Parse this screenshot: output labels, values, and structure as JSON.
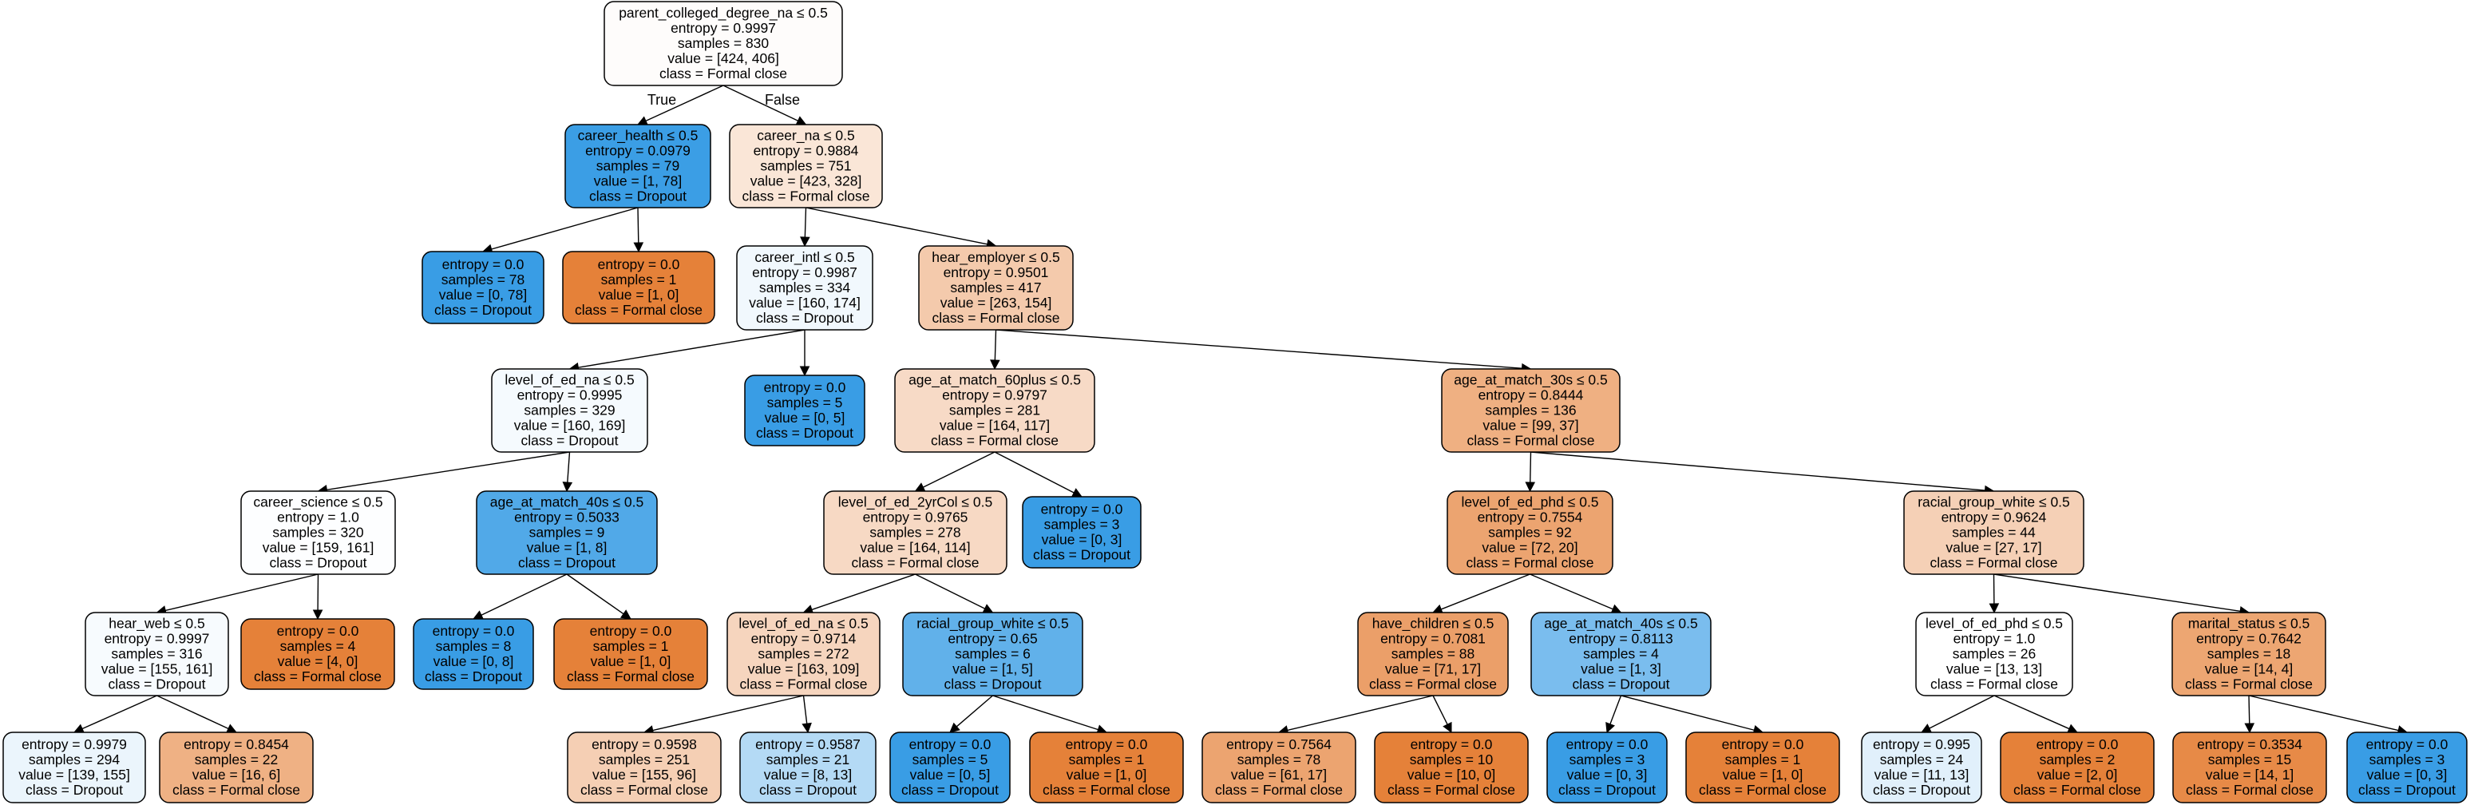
{
  "colors": {
    "formal_close": "#e58139",
    "dropout": "#399de5",
    "background": "#ffffff",
    "border": "#000000"
  },
  "edge_labels": {
    "true": "True",
    "false": "False"
  },
  "nodes": [
    {
      "id": "root",
      "class_key": "formal_close",
      "purity": 0.02,
      "lines": [
        "parent_colleged_degree_na ≤ 0.5",
        "entropy = 0.9997",
        "samples = 830",
        "value = [424, 406]",
        "class = Formal close"
      ]
    },
    {
      "id": "n1",
      "class_key": "dropout",
      "purity": 0.99,
      "lines": [
        "career_health ≤ 0.5",
        "entropy = 0.0979",
        "samples = 79",
        "value = [1, 78]",
        "class = Dropout"
      ]
    },
    {
      "id": "n2",
      "class_key": "formal_close",
      "purity": 0.2,
      "lines": [
        "career_na ≤ 0.5",
        "entropy = 0.9884",
        "samples = 751",
        "value = [423, 328]",
        "class = Formal close"
      ]
    },
    {
      "id": "n3",
      "class_key": "dropout",
      "purity": 1.0,
      "lines": [
        "entropy = 0.0",
        "samples = 78",
        "value = [0, 78]",
        "class = Dropout"
      ]
    },
    {
      "id": "n4",
      "class_key": "formal_close",
      "purity": 1.0,
      "lines": [
        "entropy = 0.0",
        "samples = 1",
        "value = [1, 0]",
        "class = Formal close"
      ]
    },
    {
      "id": "n5",
      "class_key": "dropout",
      "purity": 0.07,
      "lines": [
        "career_intl ≤ 0.5",
        "entropy = 0.9987",
        "samples = 334",
        "value = [160, 174]",
        "class = Dropout"
      ]
    },
    {
      "id": "n6",
      "class_key": "formal_close",
      "purity": 0.42,
      "lines": [
        "hear_employer ≤ 0.5",
        "entropy = 0.9501",
        "samples = 417",
        "value = [263, 154]",
        "class = Formal close"
      ]
    },
    {
      "id": "n7",
      "class_key": "dropout",
      "purity": 0.05,
      "lines": [
        "level_of_ed_na ≤ 0.5",
        "entropy = 0.9995",
        "samples = 329",
        "value = [160, 169]",
        "class = Dropout"
      ]
    },
    {
      "id": "n8",
      "class_key": "dropout",
      "purity": 1.0,
      "lines": [
        "entropy = 0.0",
        "samples = 5",
        "value = [0, 5]",
        "class = Dropout"
      ]
    },
    {
      "id": "n9",
      "class_key": "formal_close",
      "purity": 0.29,
      "lines": [
        "age_at_match_60plus ≤ 0.5",
        "entropy = 0.9797",
        "samples = 281",
        "value = [164, 117]",
        "class = Formal close"
      ]
    },
    {
      "id": "n10",
      "class_key": "formal_close",
      "purity": 0.63,
      "lines": [
        "age_at_match_30s ≤ 0.5",
        "entropy = 0.8444",
        "samples = 136",
        "value = [99, 37]",
        "class = Formal close"
      ]
    },
    {
      "id": "n11",
      "class_key": "dropout",
      "purity": 0.01,
      "lines": [
        "career_science ≤ 0.5",
        "entropy = 1.0",
        "samples = 320",
        "value = [159, 161]",
        "class = Dropout"
      ]
    },
    {
      "id": "n12",
      "class_key": "dropout",
      "purity": 0.88,
      "lines": [
        "age_at_match_40s ≤ 0.5",
        "entropy = 0.5033",
        "samples = 9",
        "value = [1, 8]",
        "class = Dropout"
      ]
    },
    {
      "id": "n13",
      "class_key": "formal_close",
      "purity": 0.3,
      "lines": [
        "level_of_ed_2yrCol ≤ 0.5",
        "entropy = 0.9765",
        "samples = 278",
        "value = [164, 114]",
        "class = Formal close"
      ]
    },
    {
      "id": "n14",
      "class_key": "dropout",
      "purity": 1.0,
      "lines": [
        "entropy = 0.0",
        "samples = 3",
        "value = [0, 3]",
        "class = Dropout"
      ]
    },
    {
      "id": "n15",
      "class_key": "formal_close",
      "purity": 0.72,
      "lines": [
        "level_of_ed_phd ≤ 0.5",
        "entropy = 0.7554",
        "samples = 92",
        "value = [72, 20]",
        "class = Formal close"
      ]
    },
    {
      "id": "n16",
      "class_key": "formal_close",
      "purity": 0.37,
      "lines": [
        "racial_group_white ≤ 0.5",
        "entropy = 0.9624",
        "samples = 44",
        "value = [27, 17]",
        "class = Formal close"
      ]
    },
    {
      "id": "n17",
      "class_key": "dropout",
      "purity": 0.04,
      "lines": [
        "hear_web ≤ 0.5",
        "entropy = 0.9997",
        "samples = 316",
        "value = [155, 161]",
        "class = Dropout"
      ]
    },
    {
      "id": "n18",
      "class_key": "formal_close",
      "purity": 1.0,
      "lines": [
        "entropy = 0.0",
        "samples = 4",
        "value = [4, 0]",
        "class = Formal close"
      ]
    },
    {
      "id": "n19",
      "class_key": "dropout",
      "purity": 1.0,
      "lines": [
        "entropy = 0.0",
        "samples = 8",
        "value = [0, 8]",
        "class = Dropout"
      ]
    },
    {
      "id": "n20",
      "class_key": "formal_close",
      "purity": 1.0,
      "lines": [
        "entropy = 0.0",
        "samples = 1",
        "value = [1, 0]",
        "class = Formal close"
      ]
    },
    {
      "id": "n21",
      "class_key": "formal_close",
      "purity": 0.33,
      "lines": [
        "level_of_ed_na ≤ 0.5",
        "entropy = 0.9714",
        "samples = 272",
        "value = [163, 109]",
        "class = Formal close"
      ]
    },
    {
      "id": "n22",
      "class_key": "dropout",
      "purity": 0.8,
      "lines": [
        "racial_group_white ≤ 0.5",
        "entropy = 0.65",
        "samples = 6",
        "value = [1, 5]",
        "class = Dropout"
      ]
    },
    {
      "id": "n23",
      "class_key": "formal_close",
      "purity": 0.76,
      "lines": [
        "have_children ≤ 0.5",
        "entropy = 0.7081",
        "samples = 88",
        "value = [71, 17]",
        "class = Formal close"
      ]
    },
    {
      "id": "n24",
      "class_key": "dropout",
      "purity": 0.67,
      "lines": [
        "age_at_match_40s ≤ 0.5",
        "entropy = 0.8113",
        "samples = 4",
        "value = [1, 3]",
        "class = Dropout"
      ]
    },
    {
      "id": "n25",
      "class_key": "formal_close",
      "purity": 0.0,
      "lines": [
        "level_of_ed_phd ≤ 0.5",
        "entropy = 1.0",
        "samples = 26",
        "value = [13, 13]",
        "class = Formal close"
      ]
    },
    {
      "id": "n26",
      "class_key": "formal_close",
      "purity": 0.71,
      "lines": [
        "marital_status ≤ 0.5",
        "entropy = 0.7642",
        "samples = 18",
        "value = [14, 4]",
        "class = Formal close"
      ]
    },
    {
      "id": "n27",
      "class_key": "dropout",
      "purity": 0.1,
      "lines": [
        "entropy = 0.9979",
        "samples = 294",
        "value = [139, 155]",
        "class = Dropout"
      ]
    },
    {
      "id": "n28",
      "class_key": "formal_close",
      "purity": 0.62,
      "lines": [
        "entropy = 0.8454",
        "samples = 22",
        "value = [16, 6]",
        "class = Formal close"
      ]
    },
    {
      "id": "n29",
      "class_key": "formal_close",
      "purity": 0.38,
      "lines": [
        "entropy = 0.9598",
        "samples = 251",
        "value = [155, 96]",
        "class = Formal close"
      ]
    },
    {
      "id": "n30",
      "class_key": "dropout",
      "purity": 0.38,
      "lines": [
        "entropy = 0.9587",
        "samples = 21",
        "value = [8, 13]",
        "class = Dropout"
      ]
    },
    {
      "id": "n31",
      "class_key": "dropout",
      "purity": 1.0,
      "lines": [
        "entropy = 0.0",
        "samples = 5",
        "value = [0, 5]",
        "class = Dropout"
      ]
    },
    {
      "id": "n32",
      "class_key": "formal_close",
      "purity": 1.0,
      "lines": [
        "entropy = 0.0",
        "samples = 1",
        "value = [1, 0]",
        "class = Formal close"
      ]
    },
    {
      "id": "n33",
      "class_key": "formal_close",
      "purity": 0.72,
      "lines": [
        "entropy = 0.7564",
        "samples = 78",
        "value = [61, 17]",
        "class = Formal close"
      ]
    },
    {
      "id": "n34",
      "class_key": "formal_close",
      "purity": 1.0,
      "lines": [
        "entropy = 0.0",
        "samples = 10",
        "value = [10, 0]",
        "class = Formal close"
      ]
    },
    {
      "id": "n35",
      "class_key": "dropout",
      "purity": 1.0,
      "lines": [
        "entropy = 0.0",
        "samples = 3",
        "value = [0, 3]",
        "class = Dropout"
      ]
    },
    {
      "id": "n36",
      "class_key": "formal_close",
      "purity": 1.0,
      "lines": [
        "entropy = 0.0",
        "samples = 1",
        "value = [1, 0]",
        "class = Formal close"
      ]
    },
    {
      "id": "n37",
      "class_key": "dropout",
      "purity": 0.15,
      "lines": [
        "entropy = 0.995",
        "samples = 24",
        "value = [11, 13]",
        "class = Dropout"
      ]
    },
    {
      "id": "n38",
      "class_key": "formal_close",
      "purity": 1.0,
      "lines": [
        "entropy = 0.0",
        "samples = 2",
        "value = [2, 0]",
        "class = Formal close"
      ]
    },
    {
      "id": "n39",
      "class_key": "formal_close",
      "purity": 0.93,
      "lines": [
        "entropy = 0.3534",
        "samples = 15",
        "value = [14, 1]",
        "class = Formal close"
      ]
    },
    {
      "id": "n40",
      "class_key": "dropout",
      "purity": 1.0,
      "lines": [
        "entropy = 0.0",
        "samples = 3",
        "value = [0, 3]",
        "class = Dropout"
      ]
    }
  ],
  "edges": [
    {
      "from": "root",
      "to": "n1",
      "label_key": "true"
    },
    {
      "from": "root",
      "to": "n2",
      "label_key": "false"
    },
    {
      "from": "n1",
      "to": "n3"
    },
    {
      "from": "n1",
      "to": "n4"
    },
    {
      "from": "n2",
      "to": "n5"
    },
    {
      "from": "n2",
      "to": "n6"
    },
    {
      "from": "n5",
      "to": "n7"
    },
    {
      "from": "n5",
      "to": "n8"
    },
    {
      "from": "n6",
      "to": "n9"
    },
    {
      "from": "n6",
      "to": "n10"
    },
    {
      "from": "n7",
      "to": "n11"
    },
    {
      "from": "n7",
      "to": "n12"
    },
    {
      "from": "n9",
      "to": "n13"
    },
    {
      "from": "n9",
      "to": "n14"
    },
    {
      "from": "n10",
      "to": "n15"
    },
    {
      "from": "n10",
      "to": "n16"
    },
    {
      "from": "n11",
      "to": "n17"
    },
    {
      "from": "n11",
      "to": "n18"
    },
    {
      "from": "n12",
      "to": "n19"
    },
    {
      "from": "n12",
      "to": "n20"
    },
    {
      "from": "n13",
      "to": "n21"
    },
    {
      "from": "n13",
      "to": "n22"
    },
    {
      "from": "n15",
      "to": "n23"
    },
    {
      "from": "n15",
      "to": "n24"
    },
    {
      "from": "n16",
      "to": "n25"
    },
    {
      "from": "n16",
      "to": "n26"
    },
    {
      "from": "n17",
      "to": "n27"
    },
    {
      "from": "n17",
      "to": "n28"
    },
    {
      "from": "n21",
      "to": "n29"
    },
    {
      "from": "n21",
      "to": "n30"
    },
    {
      "from": "n22",
      "to": "n31"
    },
    {
      "from": "n22",
      "to": "n32"
    },
    {
      "from": "n23",
      "to": "n33"
    },
    {
      "from": "n23",
      "to": "n34"
    },
    {
      "from": "n24",
      "to": "n35"
    },
    {
      "from": "n24",
      "to": "n36"
    },
    {
      "from": "n25",
      "to": "n37"
    },
    {
      "from": "n25",
      "to": "n38"
    },
    {
      "from": "n26",
      "to": "n39"
    },
    {
      "from": "n26",
      "to": "n40"
    }
  ]
}
